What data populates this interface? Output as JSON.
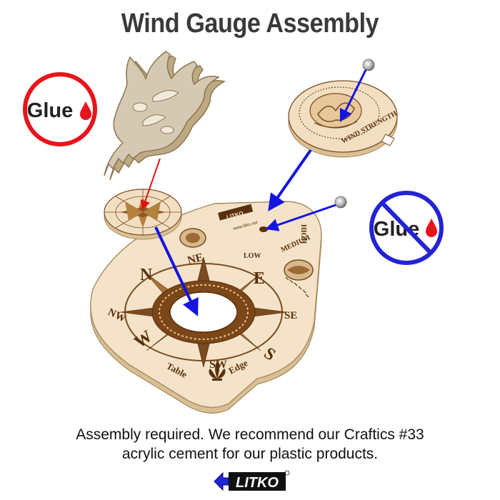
{
  "title": "Wind Gauge Assembly",
  "glue_badge": {
    "label": "Glue",
    "color": "#e8141c",
    "icon": "glue-drop-icon"
  },
  "no_glue_badge": {
    "label": "Glue",
    "color": "#2323d6",
    "icon": "glue-drop-icon"
  },
  "caption": {
    "line1": "Assembly required. We recommend our Craftics #33",
    "line2": "acrylic cement for our plastic products."
  },
  "brand": {
    "name": "LITKO",
    "url": "www.litko.net"
  },
  "dial_labels": {
    "directions": [
      "N",
      "NE",
      "E",
      "SE",
      "S",
      "SW",
      "W",
      "NW"
    ],
    "strength": [
      "LOW",
      "MEDIUM",
      "HIGH"
    ],
    "edge": [
      "Table",
      "Edge"
    ],
    "disc_text": "WIND STRENGTH"
  },
  "colors": {
    "wood_light": "#f2dfc2",
    "wood_edge": "#d9bf94",
    "engrave": "#6b3a12",
    "arrow": "#1414e0",
    "pointer": "#e01414",
    "silver_piece": "#d6c9b4"
  }
}
